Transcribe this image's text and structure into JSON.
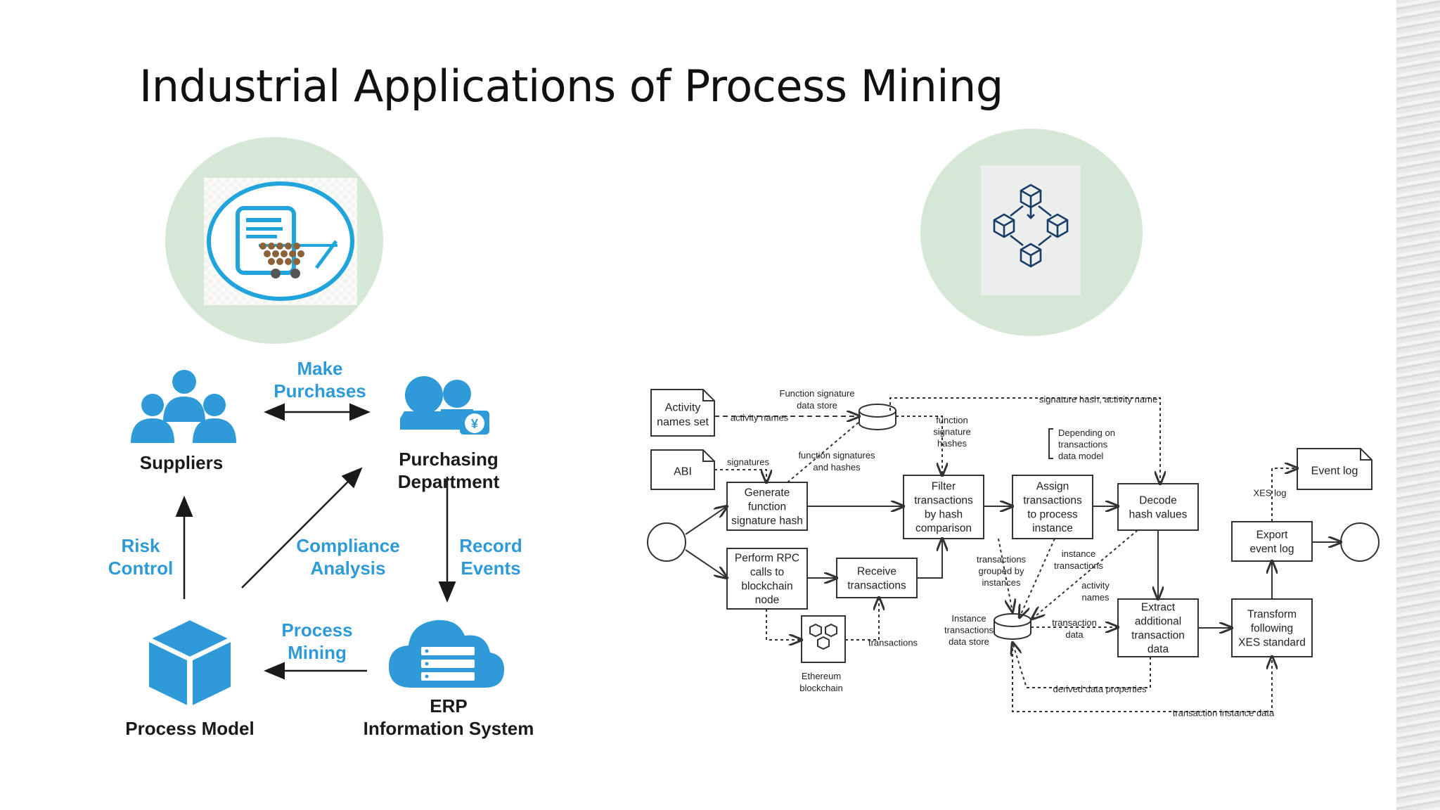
{
  "slide": {
    "title": "Industrial Applications of Process Mining",
    "icons": {
      "left_badge": "shopping-cart-document-icon",
      "right_badge": "blockchain-cubes-icon"
    }
  },
  "cycle_diagram": {
    "nodes": {
      "suppliers": "Suppliers",
      "purchasing": "Purchasing\nDepartment",
      "erp": "ERP\nInformation System",
      "process_model": "Process Model"
    },
    "edges": {
      "make_purchases": "Make\nPurchases",
      "record_events": "Record\nEvents",
      "process_mining": "Process\nMining",
      "risk_control": "Risk\nControl",
      "compliance": "Compliance\nAnalysis"
    },
    "colors": {
      "accent": "#2e9ad8",
      "text": "#1a1a1a"
    }
  },
  "flow_diagram": {
    "activity_names_set": [
      "Activity",
      "names set"
    ],
    "abi": "ABI",
    "generate_hash": [
      "Generate",
      "function",
      "signature hash"
    ],
    "perform_rpc": [
      "Perform RPC",
      "calls to",
      "blockchain",
      "node"
    ],
    "receive_tx": [
      "Receive",
      "transactions"
    ],
    "filter_tx": [
      "Filter",
      "transactions",
      "by hash",
      "comparison"
    ],
    "assign_tx": [
      "Assign",
      "transactions",
      "to process",
      "instance"
    ],
    "decode": [
      "Decode",
      "hash values"
    ],
    "extract": [
      "Extract",
      "additional",
      "transaction",
      "data"
    ],
    "transform": [
      "Transform",
      "following",
      "XES standard"
    ],
    "export": [
      "Export",
      "event log"
    ],
    "event_log": "Event log",
    "ethereum": [
      "Ethereum",
      "blockchain"
    ],
    "func_sig_store": [
      "Function signature",
      "data store"
    ],
    "instance_store": [
      "Instance",
      "transactions",
      "data store"
    ],
    "depending_on": [
      "Depending on",
      "transactions",
      "data model"
    ],
    "edge_labels": {
      "activity_names": "activity names",
      "signatures": "signatures",
      "func_sigs_hashes": [
        "function signatures",
        "and hashes"
      ],
      "func_sig_hashes": [
        "function",
        "signature",
        "hashes"
      ],
      "sig_hash_activity": "signature hash, activity name",
      "xes_log": "XES log",
      "tx_grouped": [
        "transactions",
        "grouped by",
        "instances"
      ],
      "instance_tx": [
        "instance",
        "transactions"
      ],
      "activity_names2": [
        "activity",
        "names"
      ],
      "transaction_data": [
        "transaction",
        "data"
      ],
      "transactions": "transactions",
      "derived": "derived data properties",
      "tx_instance_data": "transaction instance data"
    }
  }
}
